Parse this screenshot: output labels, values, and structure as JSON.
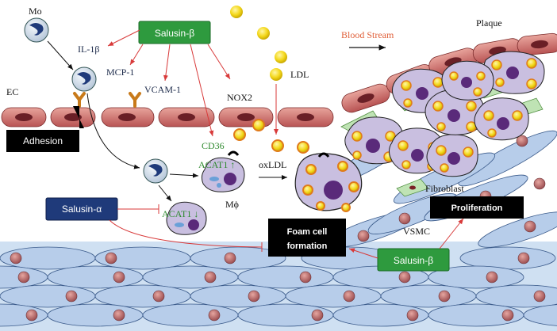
{
  "labels": {
    "mo": "Mo",
    "il1b": "IL-1β",
    "mcp1": "MCP-1",
    "vcam1": "VCAM-1",
    "nox2": "NOX2",
    "ldl": "LDL",
    "ec": "EC",
    "cd36": "CD36",
    "acat1_up": "ACAT1 ↑",
    "acat1_down": "ACAT1 ↓",
    "oxldl": "oxLDL",
    "mphi": "Mϕ",
    "fibroblast": "Fibroblast",
    "vsmc": "VSMC",
    "blood_stream": "Blood Stream",
    "plaque": "Plaque"
  },
  "boxes": {
    "salusin_beta_top": "Salusin-β",
    "salusin_beta_bottom": "Salusin-β",
    "salusin_alpha": "Salusin-α",
    "adhesion": "Adhesion",
    "foam_cell_line1": "Foam cell",
    "foam_cell_line2": "formation",
    "proliferation": "Proliferation"
  },
  "colors": {
    "green_box": "#2e9a3e",
    "navy_box": "#1f3a7a",
    "black_box": "#000000",
    "inhibit_red": "#d83a3a",
    "endothelial": "#c95f5f",
    "vsmc_fill": "#b7cdea",
    "cell_purple": "#c9bfe0",
    "ldl_yellow": "#f4d81c"
  }
}
